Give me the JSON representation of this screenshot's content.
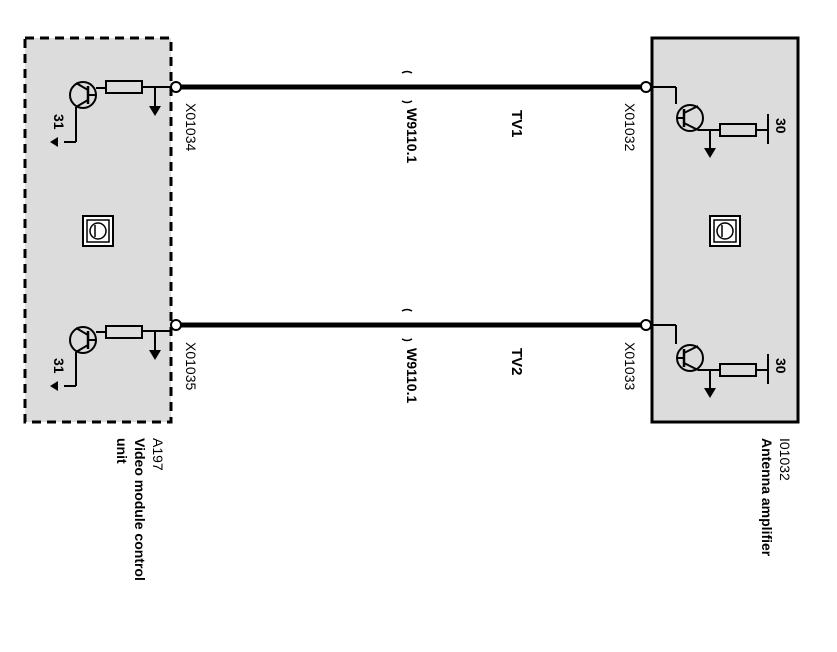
{
  "left_module": {
    "id": "A197",
    "name_line1": "Video module control",
    "name_line2": "unit",
    "ground_label_top": "31",
    "ground_label_bottom": "31",
    "border_style": "dashed",
    "fill": "#dcdcdc"
  },
  "right_module": {
    "id": "I01032",
    "name": "Antenna amplifier",
    "supply_label_top": "30",
    "supply_label_bottom": "30",
    "border_style": "solid",
    "fill": "#dcdcdc"
  },
  "connections": [
    {
      "signal": "TV1",
      "left_connector": "X01034",
      "right_connector": "X01032",
      "wire": "W9110.1"
    },
    {
      "signal": "TV2",
      "left_connector": "X01035",
      "right_connector": "X01033",
      "wire": "W9110.1"
    }
  ],
  "colors": {
    "line": "#000000",
    "module_fill": "#dcdcdc",
    "background": "#ffffff"
  }
}
